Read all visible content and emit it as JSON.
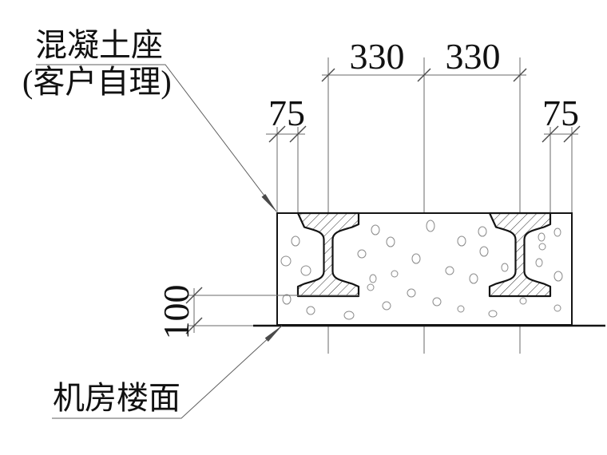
{
  "drawing": {
    "leaders": {
      "concrete_base": {
        "line1": "混凝土座",
        "line2": "(客户自理)"
      },
      "floor": {
        "label": "机房楼面"
      }
    },
    "dimensions": {
      "beam_spacing_left": "330",
      "beam_spacing_right": "330",
      "edge_offset_left": "75",
      "edge_offset_right": "75",
      "embed_depth": "100"
    },
    "colors": {
      "outline": "#141414",
      "dimension_lines": "#6a6a6a",
      "aggregate_stipple": "#8c8c8c",
      "background": "#ffffff"
    }
  }
}
